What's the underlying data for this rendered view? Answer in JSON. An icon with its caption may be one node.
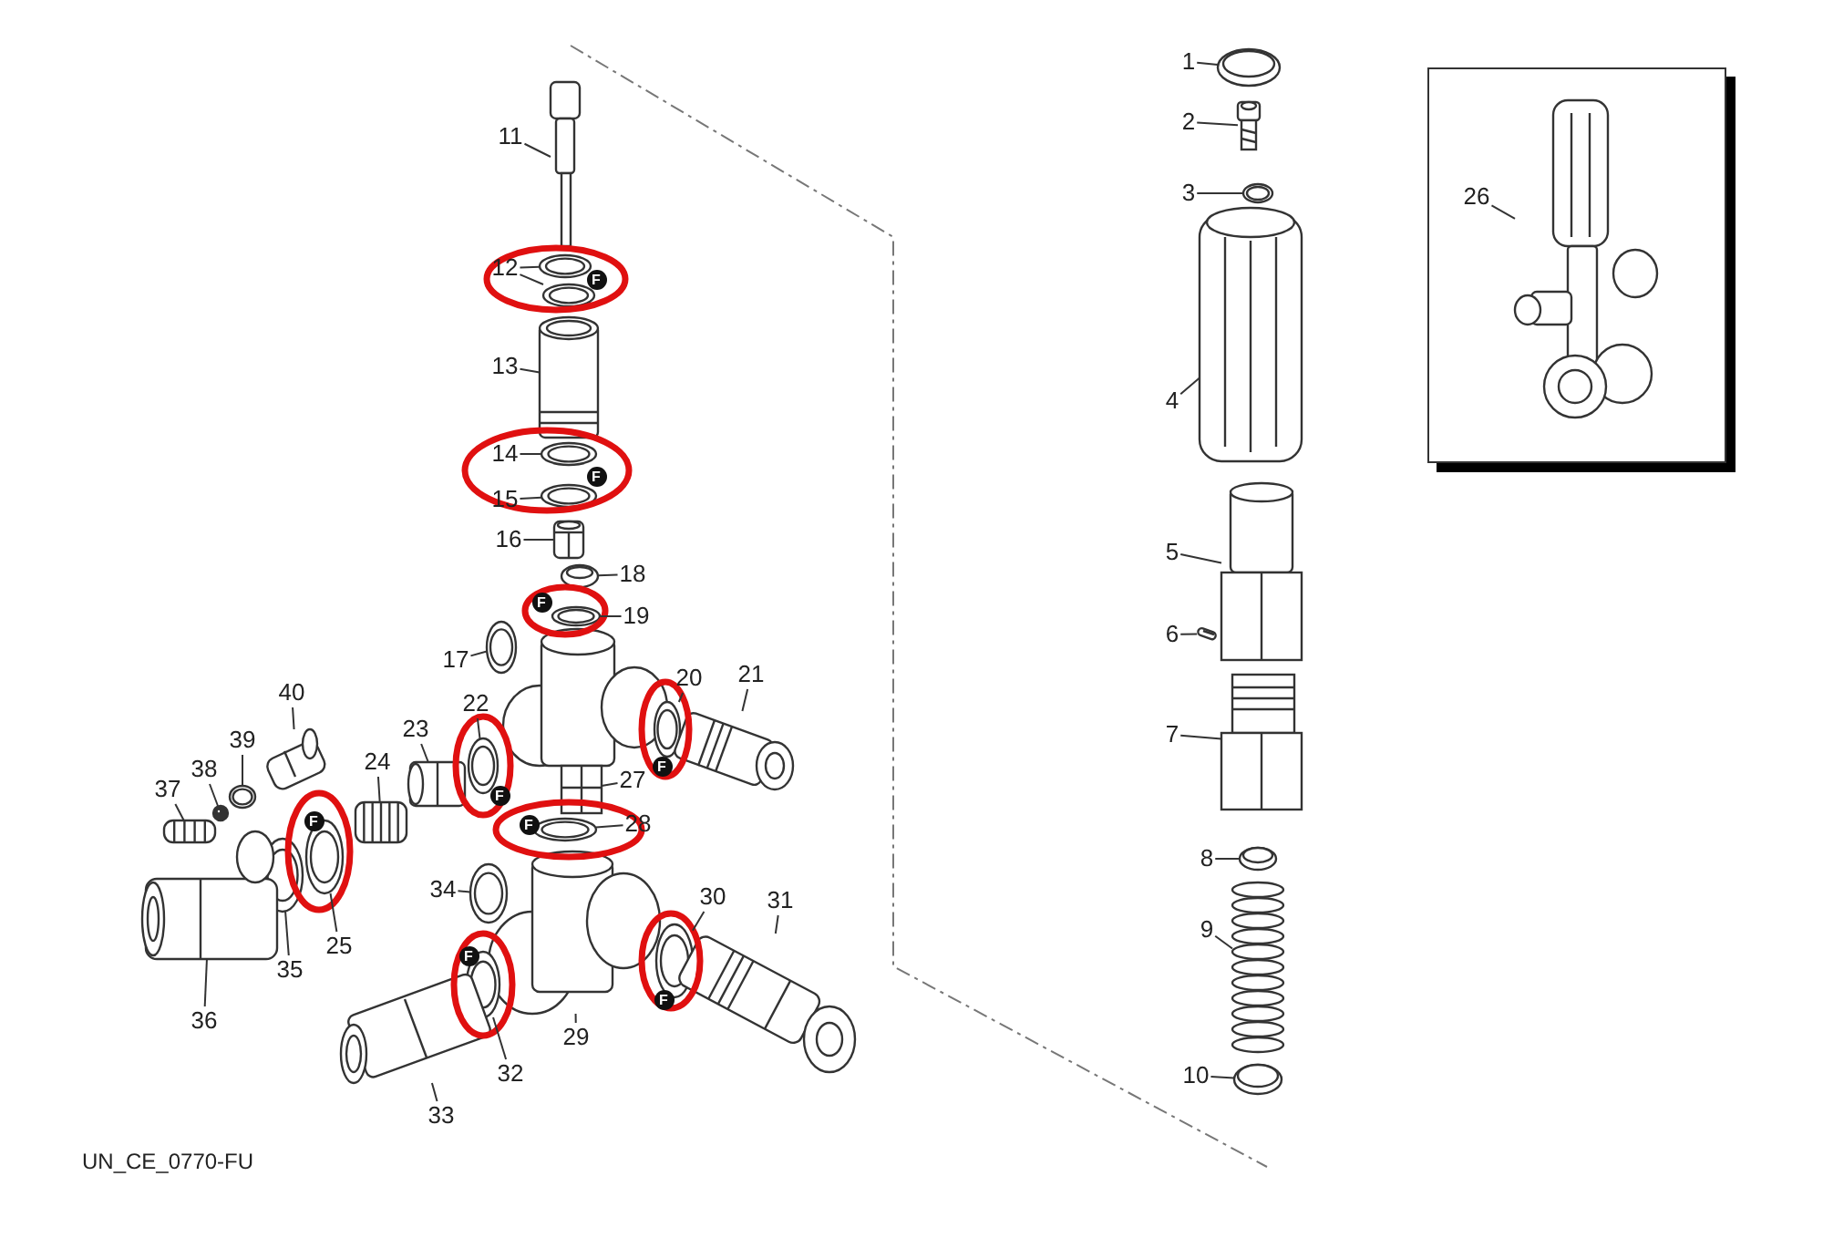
{
  "diagram": {
    "nodes": [
      {
        "text": [],
        "shape": "box"
      },
      {
        "text": [
          "1"
        ]
      },
      {
        "text": [
          "2"
        ]
      },
      {
        "text": [
          "3"
        ]
      },
      {
        "text": [
          "4"
        ]
      },
      {
        "text": [
          "5"
        ]
      },
      {
        "text": [
          "6"
        ]
      },
      {
        "text": [
          "7"
        ]
      },
      {
        "text": [
          "8"
        ]
      },
      {
        "text": [
          "9"
        ]
      },
      {
        "text": [
          "10"
        ]
      },
      {
        "text": [
          "11"
        ]
      },
      {
        "text": [
          "12"
        ]
      },
      {
        "text": [
          "13"
        ]
      },
      {
        "text": [
          "14"
        ]
      },
      {
        "text": [
          "15"
        ]
      },
      {
        "text": [
          "16"
        ]
      },
      {
        "text": [
          "17"
        ]
      },
      {
        "text": [
          "18"
        ]
      },
      {
        "text": [
          "19"
        ]
      },
      {
        "text": [
          "20"
        ]
      },
      {
        "text": [
          "21"
        ]
      },
      {
        "text": [
          "22"
        ]
      },
      {
        "text": [
          "23"
        ]
      },
      {
        "text": [
          "24"
        ]
      },
      {
        "text": [
          "25"
        ]
      },
      {
        "text": [
          "26"
        ],
        "in": 0
      },
      {
        "text": [
          "27"
        ]
      },
      {
        "text": [
          "28"
        ]
      },
      {
        "text": [
          "29"
        ]
      },
      {
        "text": [
          "30"
        ]
      },
      {
        "text": [
          "31"
        ]
      },
      {
        "text": [
          "32"
        ]
      },
      {
        "text": [
          "33"
        ]
      },
      {
        "text": [
          "34"
        ]
      },
      {
        "text": [
          "35"
        ]
      },
      {
        "text": [
          "36"
        ]
      },
      {
        "text": [
          "37"
        ]
      },
      {
        "text": [
          "38"
        ]
      },
      {
        "text": [
          "39"
        ]
      },
      {
        "text": [
          "40"
        ]
      },
      {
        "text": [],
        "shape": "picture"
      },
      {
        "text": [],
        "shape": "picture"
      },
      {
        "text": [],
        "shape": "picture"
      },
      {
        "text": [],
        "shape": "picture"
      },
      {
        "text": [],
        "shape": "picture"
      },
      {
        "text": [],
        "shape": "picture"
      },
      {
        "text": [],
        "shape": "picture"
      },
      {
        "text": [],
        "shape": "picture"
      },
      {
        "text": [],
        "shape": "picture"
      },
      {
        "text": [],
        "shape": "picture"
      },
      {
        "text": [],
        "shape": "picture"
      },
      {
        "text": [],
        "shape": "picture"
      },
      {
        "text": [],
        "shape": "picture"
      },
      {
        "text": [],
        "shape": "picture"
      },
      {
        "text": [],
        "shape": "picture"
      },
      {
        "text": [],
        "shape": "picture"
      },
      {
        "text": [],
        "shape": "picture"
      },
      {
        "text": [],
        "shape": "picture"
      },
      {
        "text": [],
        "shape": "picture"
      },
      {
        "text": [],
        "shape": "picture"
      },
      {
        "text": [],
        "shape": "picture"
      },
      {
        "text": [],
        "shape": "picture"
      },
      {
        "text": [],
        "shape": "picture"
      },
      {
        "text": [],
        "shape": "picture"
      },
      {
        "text": [],
        "shape": "picture"
      },
      {
        "text": [],
        "shape": "picture",
        "in": 0
      },
      {
        "text": [],
        "shape": "picture"
      },
      {
        "text": [],
        "shape": "picture"
      },
      {
        "text": [],
        "shape": "picture"
      },
      {
        "text": [],
        "shape": "picture"
      },
      {
        "text": [],
        "shape": "picture"
      },
      {
        "text": [],
        "shape": "picture"
      },
      {
        "text": [],
        "shape": "picture"
      },
      {
        "text": [],
        "shape": "picture"
      },
      {
        "text": [],
        "shape": "picture"
      },
      {
        "text": [],
        "shape": "picture"
      },
      {
        "text": [],
        "shape": "picture"
      },
      {
        "text": [],
        "shape": "picture"
      },
      {
        "text": [],
        "shape": "picture"
      },
      {
        "text": [],
        "shape": "picture"
      },
      {
        "text": [],
        "shape": "picture"
      }
    ],
    "edges": [
      {
        "from": 1,
        "to": 41,
        "arrow": "none"
      },
      {
        "from": 2,
        "to": 42,
        "arrow": "none"
      },
      {
        "from": 3,
        "to": 43,
        "arrow": "none"
      },
      {
        "from": 4,
        "to": 44,
        "arrow": "none"
      },
      {
        "from": 5,
        "to": 45,
        "arrow": "none"
      },
      {
        "from": 6,
        "to": 46,
        "arrow": "none"
      },
      {
        "from": 7,
        "to": 47,
        "arrow": "none"
      },
      {
        "from": 8,
        "to": 48,
        "arrow": "none"
      },
      {
        "from": 9,
        "to": 49,
        "arrow": "none"
      },
      {
        "from": 10,
        "to": 50,
        "arrow": "none"
      },
      {
        "from": 11,
        "to": 51,
        "arrow": "none"
      },
      {
        "from": 12,
        "to": 52,
        "arrow": "none"
      },
      {
        "from": 12,
        "to": 81,
        "arrow": "none"
      },
      {
        "from": 13,
        "to": 53,
        "arrow": "none"
      },
      {
        "from": 14,
        "to": 54,
        "arrow": "none"
      },
      {
        "from": 15,
        "to": 55,
        "arrow": "none"
      },
      {
        "from": 16,
        "to": 56,
        "arrow": "none"
      },
      {
        "from": 17,
        "to": 57,
        "arrow": "none"
      },
      {
        "from": 18,
        "to": 58,
        "arrow": "none"
      },
      {
        "from": 19,
        "to": 59,
        "arrow": "none"
      },
      {
        "from": 20,
        "to": 60,
        "arrow": "none"
      },
      {
        "from": 21,
        "to": 61,
        "arrow": "none"
      },
      {
        "from": 22,
        "to": 62,
        "arrow": "none"
      },
      {
        "from": 23,
        "to": 63,
        "arrow": "none"
      },
      {
        "from": 24,
        "to": 64,
        "arrow": "none"
      },
      {
        "from": 25,
        "to": 65,
        "arrow": "none"
      },
      {
        "from": 26,
        "to": 66,
        "arrow": "none"
      },
      {
        "from": 27,
        "to": 67,
        "arrow": "none"
      },
      {
        "from": 28,
        "to": 68,
        "arrow": "none"
      },
      {
        "from": 29,
        "to": 69,
        "arrow": "none"
      },
      {
        "from": 30,
        "to": 70,
        "arrow": "none"
      },
      {
        "from": 31,
        "to": 71,
        "arrow": "none"
      },
      {
        "from": 32,
        "to": 72,
        "arrow": "none"
      },
      {
        "from": 33,
        "to": 73,
        "arrow": "none"
      },
      {
        "from": 34,
        "to": 74,
        "arrow": "none"
      },
      {
        "from": 35,
        "to": 75,
        "arrow": "none"
      },
      {
        "from": 36,
        "to": 76,
        "arrow": "none"
      },
      {
        "from": 37,
        "to": 77,
        "arrow": "none"
      },
      {
        "from": 38,
        "to": 78,
        "arrow": "none"
      },
      {
        "from": 39,
        "to": 79,
        "arrow": "none"
      },
      {
        "from": 40,
        "to": 80,
        "arrow": "none"
      }
    ],
    "labels": [
      "F",
      "F",
      "F",
      "F",
      "F",
      "F",
      "F",
      "F",
      "F",
      "UN_CE_0770-FU"
    ]
  }
}
